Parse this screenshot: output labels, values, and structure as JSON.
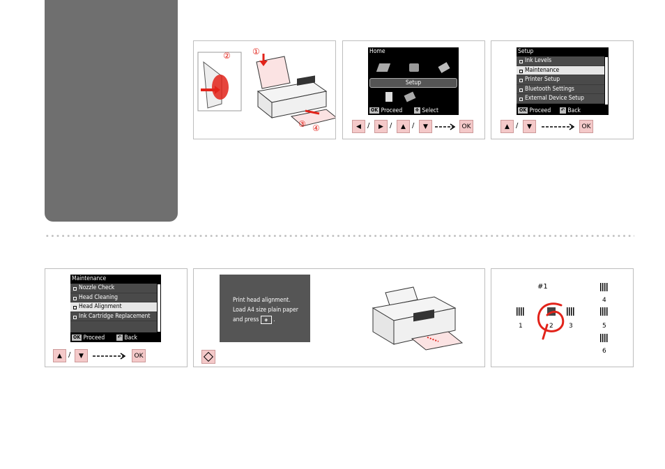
{
  "panel1": {
    "step1": "①",
    "step2": "②",
    "step3": "③",
    "step4": "④"
  },
  "home_screen": {
    "title": "Home",
    "highlight": "Setup",
    "footer_proceed": "Proceed",
    "footer_select": "Select",
    "ok": "OK"
  },
  "setup_screen": {
    "title": "Setup",
    "items": [
      "Ink Levels",
      "Maintenance",
      "Printer Setup",
      "Bluetooth Settings",
      "External Device Setup"
    ],
    "footer_proceed": "Proceed",
    "footer_back": "Back",
    "ok": "OK"
  },
  "maintenance_screen": {
    "title": "Maintenance",
    "items": [
      "Nozzle Check",
      "Head Cleaning",
      "Head Alignment",
      "Ink Cartridge Replacement"
    ],
    "footer_proceed": "Proceed",
    "footer_back": "Back",
    "ok": "OK"
  },
  "alignment_screen": {
    "line1": "Print head alignment.",
    "line2": "Load A4 size plain paper",
    "line3": "and press"
  },
  "buttons": {
    "ok": "OK",
    "left": "◀",
    "right": "▶",
    "up": "▲",
    "down": "▼",
    "slash": "/"
  },
  "pattern": {
    "title": "#1",
    "labels": [
      "1",
      "2",
      "3",
      "4",
      "5",
      "6"
    ]
  },
  "colors": {
    "sidebar": "#6f6f6f",
    "button_fill": "#f4c9c9",
    "step_red": "#e2231a"
  }
}
